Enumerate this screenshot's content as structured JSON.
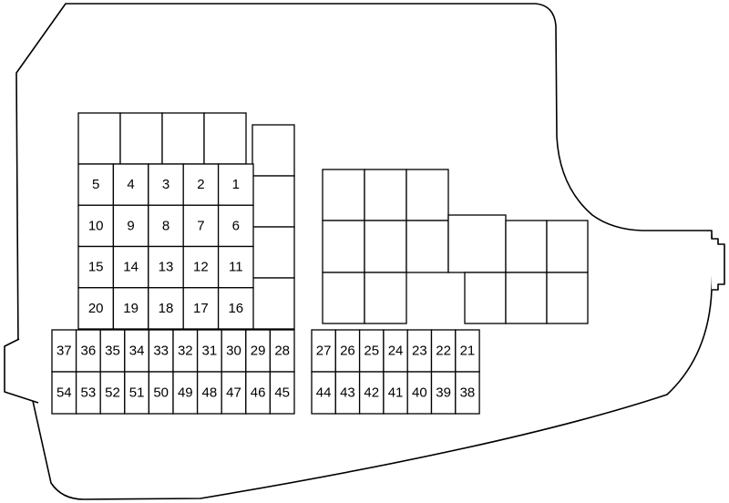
{
  "fuse_box": {
    "upper_left_grid_rows": [
      [
        "5",
        "4",
        "3",
        "2",
        "1"
      ],
      [
        "10",
        "9",
        "8",
        "7",
        "6"
      ],
      [
        "15",
        "14",
        "13",
        "12",
        "11"
      ],
      [
        "20",
        "19",
        "18",
        "17",
        "16"
      ]
    ],
    "lower_left_rows": [
      [
        "37",
        "36",
        "35",
        "34",
        "33",
        "32",
        "31",
        "30",
        "29",
        "28"
      ],
      [
        "54",
        "53",
        "52",
        "51",
        "50",
        "49",
        "48",
        "47",
        "46",
        "45"
      ]
    ],
    "lower_right_rows": [
      [
        "27",
        "26",
        "25",
        "24",
        "23",
        "22",
        "21"
      ],
      [
        "44",
        "43",
        "42",
        "41",
        "40",
        "39",
        "38"
      ]
    ]
  },
  "colors": {
    "stroke": "#000000",
    "fill": "#ffffff"
  }
}
